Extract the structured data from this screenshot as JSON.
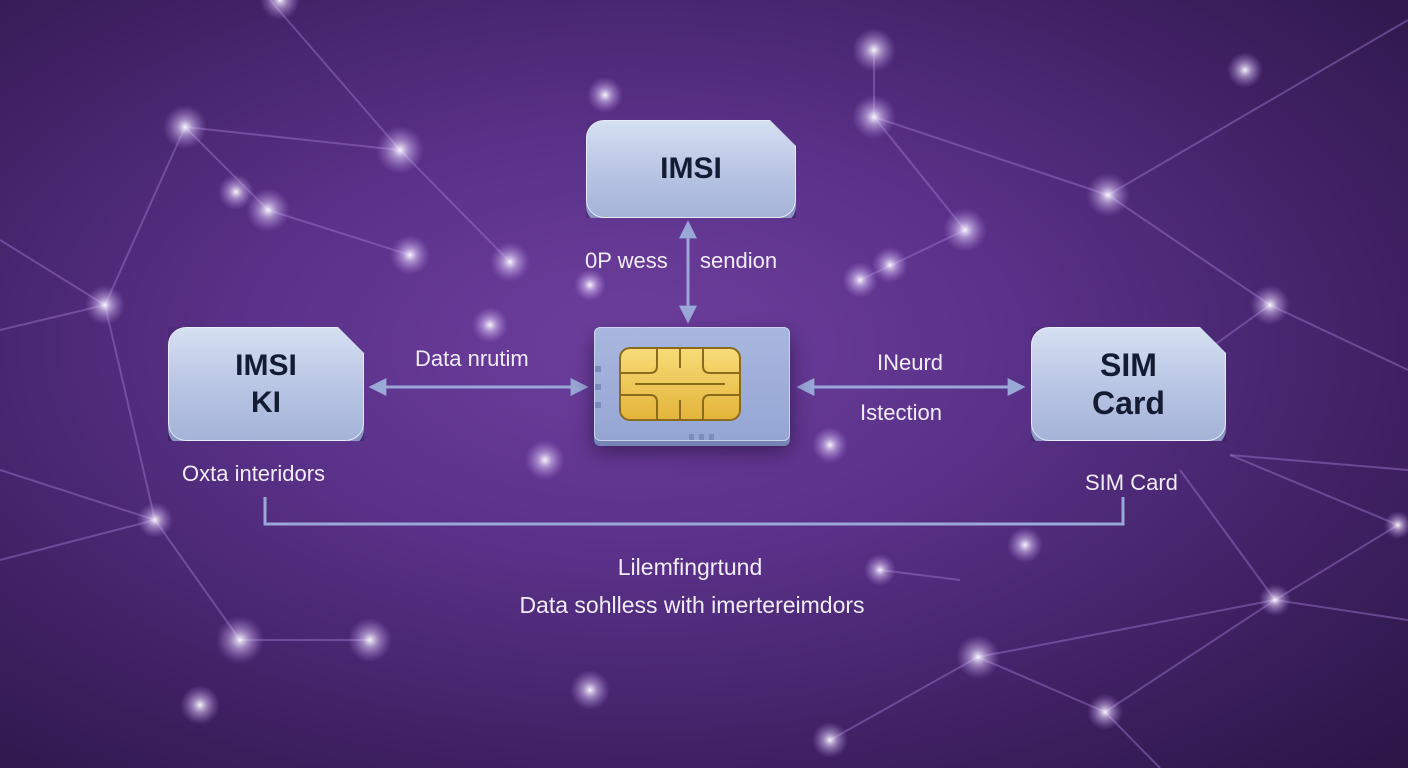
{
  "diagram": {
    "top_box": {
      "label": "IMSI"
    },
    "left_box": {
      "line1": "IMSI",
      "line2": "KI"
    },
    "right_box": {
      "line1": "SIM",
      "line2": "Card"
    },
    "center_chip": {
      "icon": "sim-chip-icon"
    },
    "labels": {
      "vertical_left": "0P wess",
      "vertical_right": "sendion",
      "left_arrow": "Data nrutim",
      "right_arrow_top": "INeurd",
      "right_arrow_bottom": "Istection",
      "left_under": "Oxta interidors",
      "right_under": "SIM Card",
      "bottom_line1": "Lilemfingrtund",
      "bottom_line2": "Data sohlless with imertereimdors"
    },
    "colors": {
      "background": "#5a3189",
      "box_fill": "#c3cde9",
      "arrow": "#9aa8d8",
      "chip_gold": "#f2c84b"
    }
  }
}
